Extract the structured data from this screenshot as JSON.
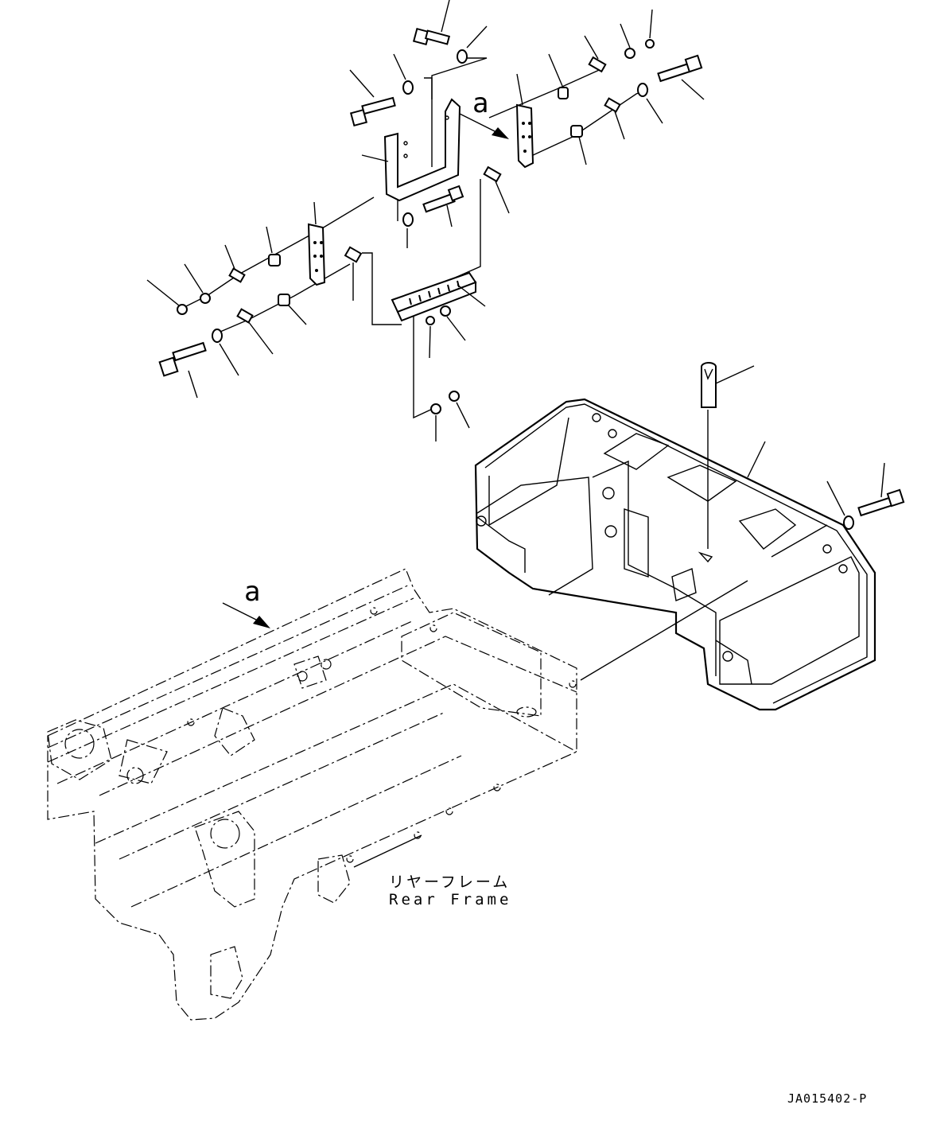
{
  "diagram": {
    "view_arrow_labels": [
      "a",
      "a"
    ],
    "frame_label_jp": "リヤーフレーム",
    "frame_label_en": "Rear Frame",
    "drawing_code": "JA015402-P"
  },
  "leaders": [
    {
      "part": "bolt-top"
    },
    {
      "part": "washer-top"
    },
    {
      "part": "washer-left"
    },
    {
      "part": "bolt-left"
    },
    {
      "part": "bracket"
    },
    {
      "part": "washer-mid"
    },
    {
      "part": "bolt-mid"
    },
    {
      "part": "plate-right"
    },
    {
      "part": "spacer-right"
    },
    {
      "part": "clip-right"
    },
    {
      "part": "nut-right"
    },
    {
      "part": "nut-far-right"
    },
    {
      "part": "washer-right"
    },
    {
      "part": "bolt-right"
    },
    {
      "part": "clip-right-lower"
    },
    {
      "part": "spacer-right-lower"
    },
    {
      "part": "clip-center"
    },
    {
      "part": "plate-left"
    },
    {
      "part": "spacer-left"
    },
    {
      "part": "clip-left"
    },
    {
      "part": "washer-far-left"
    },
    {
      "part": "nut-far-left"
    },
    {
      "part": "spacer-left-lower"
    },
    {
      "part": "clip-left-lower"
    },
    {
      "part": "washer-left-lower"
    },
    {
      "part": "bolt-left-lower"
    },
    {
      "part": "step"
    },
    {
      "part": "nut-step-1"
    },
    {
      "part": "nut-step-2"
    },
    {
      "part": "nut-step-3"
    },
    {
      "part": "nut-step-4"
    },
    {
      "part": "pin"
    },
    {
      "part": "counterweight"
    },
    {
      "part": "washer-cw"
    },
    {
      "part": "bolt-cw"
    }
  ]
}
